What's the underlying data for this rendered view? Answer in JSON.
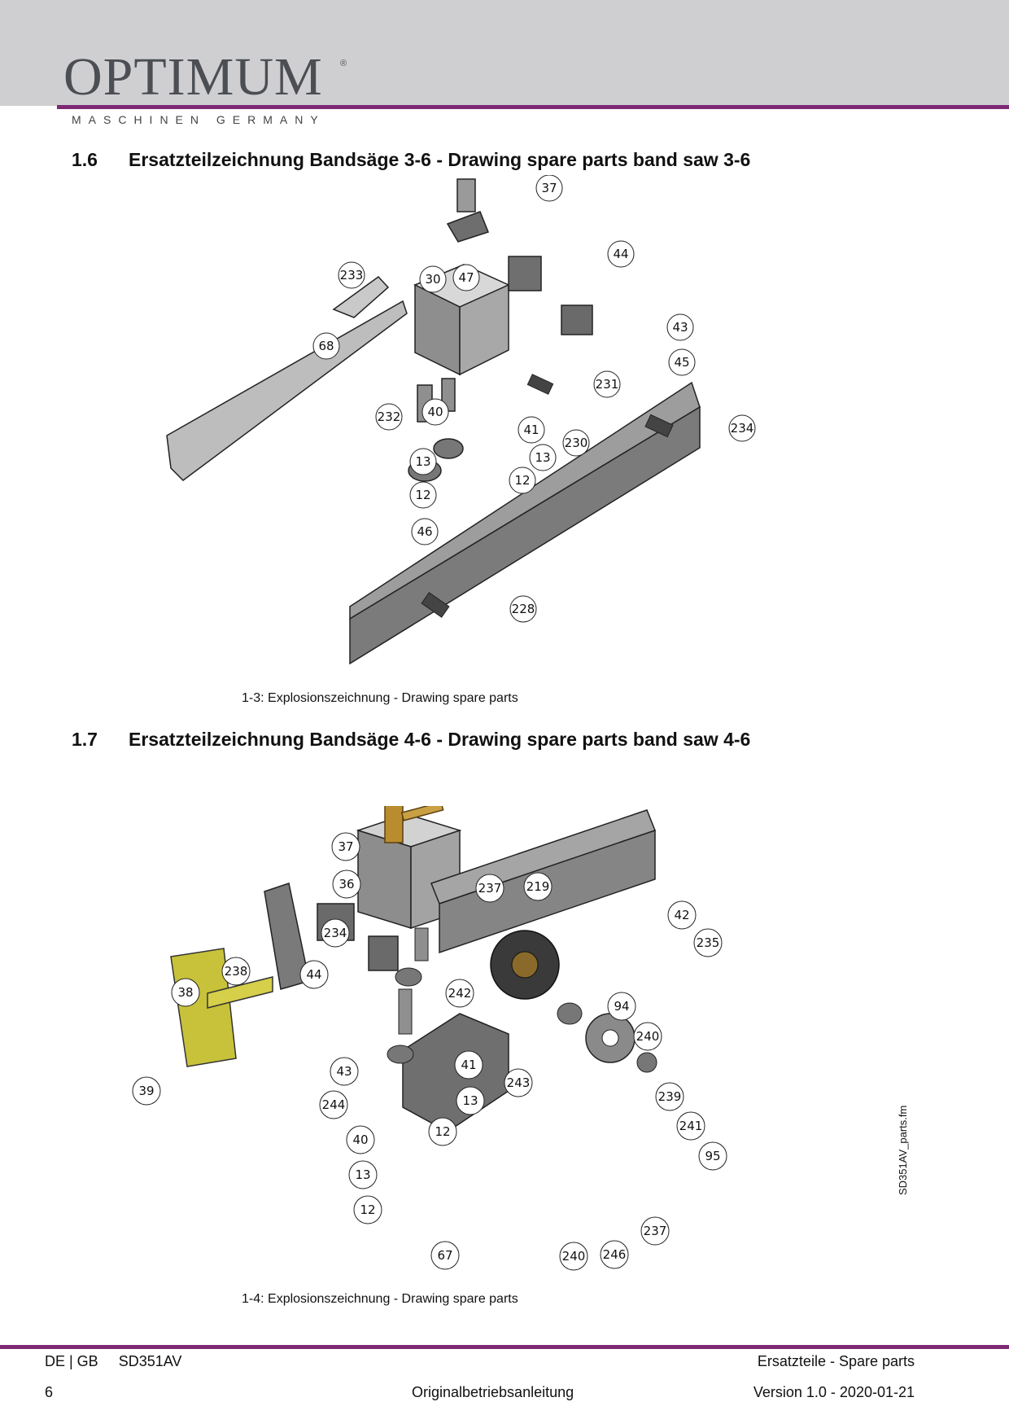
{
  "header": {
    "brand": "OPTIMUM",
    "registered_mark": "®",
    "tagline": "MASCHINEN GERMANY",
    "accent_color": "#7d2a74"
  },
  "section_1_6": {
    "number": "1.6",
    "title": "Ersatzteilzeichnung Bandsäge 3-6 - Drawing spare parts band saw 3-6",
    "callouts": [
      "37",
      "44",
      "233",
      "30",
      "47",
      "68",
      "43",
      "45",
      "231",
      "232",
      "40",
      "41",
      "230",
      "234",
      "13",
      "13",
      "12",
      "12",
      "46",
      "228"
    ],
    "caption": "1-3:   Explosionszeichnung - Drawing spare parts"
  },
  "section_1_7": {
    "number": "1.7",
    "title": "Ersatzteilzeichnung Bandsäge 4-6 - Drawing spare parts band saw 4-6",
    "callouts": [
      "37",
      "36",
      "237",
      "219",
      "42",
      "234",
      "235",
      "238",
      "44",
      "38",
      "242",
      "94",
      "240",
      "39",
      "43",
      "41",
      "243",
      "239",
      "244",
      "13",
      "241",
      "40",
      "12",
      "95",
      "13",
      "12",
      "240",
      "246",
      "237",
      "67"
    ],
    "caption": "1-4:   Explosionszeichnung - Drawing spare parts"
  },
  "side_label": "SD351AV_parts.fm",
  "footer": {
    "left_top": "DE | GB     SD351AV",
    "right_top": "Ersatzteile - Spare parts",
    "page_number": "6",
    "center_bottom": "Originalbetriebsanleitung",
    "right_bottom": "Version 1.0 - 2020-01-21"
  }
}
